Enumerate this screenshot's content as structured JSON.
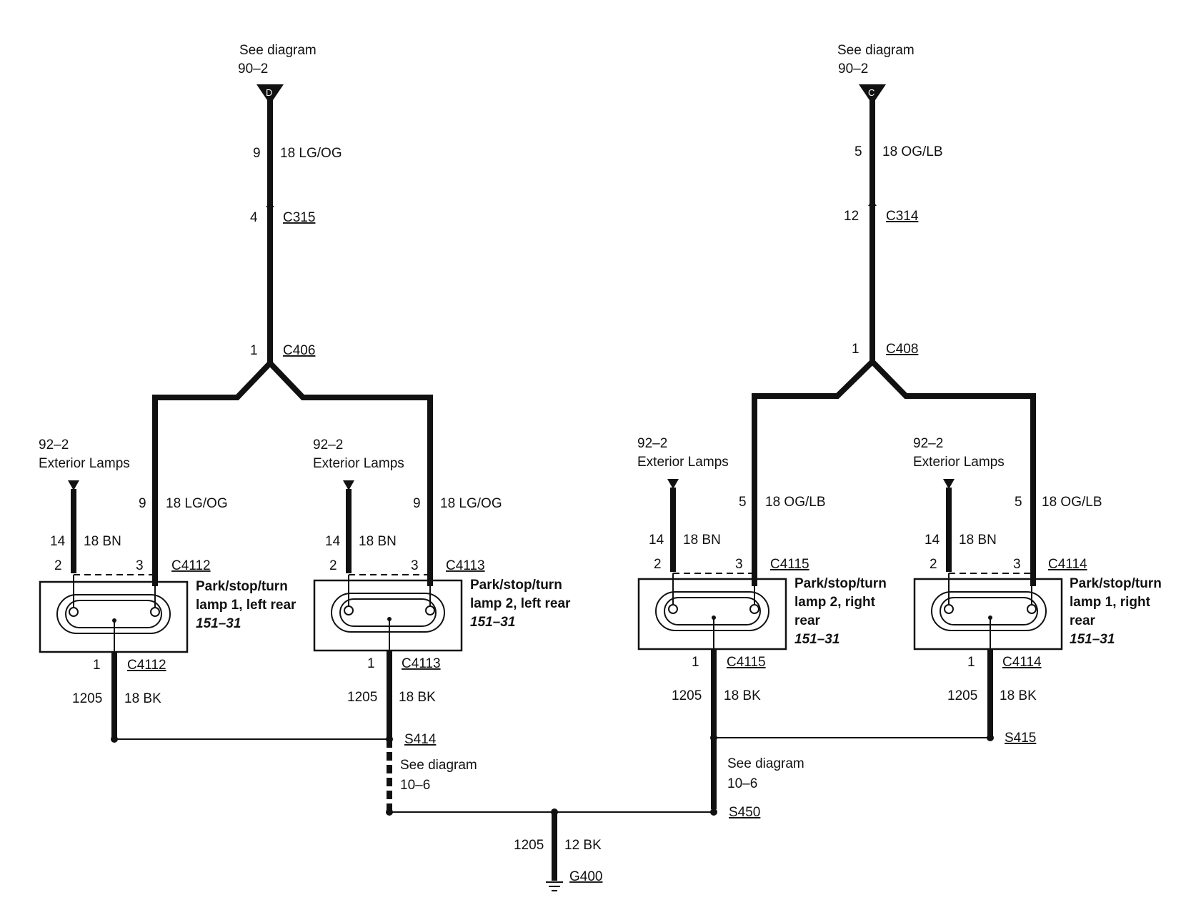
{
  "top_connectors": {
    "left": {
      "see": "See diagram",
      "ref": "90–2",
      "letter": "D",
      "pin1": "9",
      "wire1": "18 LG/OG",
      "pin_c315": "4",
      "c315": "C315",
      "pin_c406": "1",
      "c406": "C406"
    },
    "right": {
      "see": "See diagram",
      "ref": "90–2",
      "letter": "C",
      "pin1": "5",
      "wire1": "18 OG/LB",
      "pin_c314": "12",
      "c314": "C314",
      "pin_c408": "1",
      "c408": "C408"
    }
  },
  "lamps": [
    {
      "ref": "92–2",
      "ref_label": "Exterior Lamps",
      "feed_pin": "9",
      "feed_wire": "18 LG/OG",
      "bn_pin": "14",
      "bn_wire": "18 BN",
      "pin_a": "2",
      "pin_b": "3",
      "connector": "C4112",
      "name1": "Park/stop/turn",
      "name2": "lamp 1, left rear",
      "name3": "",
      "page": "151–31",
      "gnd_pin": "1",
      "gnd_conn": "C4112",
      "gnd_circuit": "1205",
      "gnd_wire": "18 BK"
    },
    {
      "ref": "92–2",
      "ref_label": "Exterior Lamps",
      "feed_pin": "9",
      "feed_wire": "18 LG/OG",
      "bn_pin": "14",
      "bn_wire": "18 BN",
      "pin_a": "2",
      "pin_b": "3",
      "connector": "C4113",
      "name1": "Park/stop/turn",
      "name2": "lamp 2, left rear",
      "name3": "",
      "page": "151–31",
      "gnd_pin": "1",
      "gnd_conn": "C4113",
      "gnd_circuit": "1205",
      "gnd_wire": "18 BK"
    },
    {
      "ref": "92–2",
      "ref_label": "Exterior Lamps",
      "feed_pin": "5",
      "feed_wire": "18 OG/LB",
      "bn_pin": "14",
      "bn_wire": "18 BN",
      "pin_a": "2",
      "pin_b": "3",
      "connector": "C4115",
      "name1": "Park/stop/turn",
      "name2": "lamp 2, right",
      "name3": "rear",
      "page": "151–31",
      "gnd_pin": "1",
      "gnd_conn": "C4115",
      "gnd_circuit": "1205",
      "gnd_wire": "18 BK"
    },
    {
      "ref": "92–2",
      "ref_label": "Exterior Lamps",
      "feed_pin": "5",
      "feed_wire": "18 OG/LB",
      "bn_pin": "14",
      "bn_wire": "18 BN",
      "pin_a": "2",
      "pin_b": "3",
      "connector": "C4114",
      "name1": "Park/stop/turn",
      "name2": "lamp 1, right",
      "name3": "rear",
      "page": "151–31",
      "gnd_pin": "1",
      "gnd_conn": "C4114",
      "gnd_circuit": "1205",
      "gnd_wire": "18 BK"
    }
  ],
  "splices": {
    "s414": "S414",
    "s415": "S415",
    "s450": "S450",
    "left_see": "See diagram",
    "left_ref": "10–6",
    "right_see": "See diagram",
    "right_ref": "10–6"
  },
  "ground": {
    "circuit": "1205",
    "wire": "12 BK",
    "label": "G400"
  }
}
